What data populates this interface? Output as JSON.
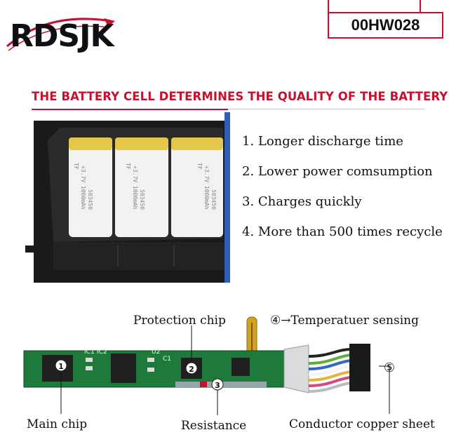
{
  "brand": {
    "logo_text": "RDSJK"
  },
  "part_number": "00HW028",
  "headline": "THE BATTERY CELL DETERMINES THE QUALITY OF THE BATTERY",
  "features": [
    "1. Longer discharge time",
    "2. Lower power comsumption",
    "3. Charges quickly",
    "4. More than 500 times recycle"
  ],
  "cell_print": {
    "brand": "TF",
    "model": "503450",
    "spec": "+3.7V 1000mAh"
  },
  "board_labels": {
    "protection_chip": "Protection chip",
    "temperature": "④→Temperatuer sensing",
    "main_chip": "Main chip",
    "resistance": "Resistance",
    "copper_sheet": "Conductor copper sheet",
    "marker_1": "1",
    "marker_2": "2",
    "marker_3": "3",
    "marker_5": "⑤",
    "silk_ic1": "IC1",
    "silk_ic2": "IC2",
    "silk_c1": "C1",
    "silk_u2": "U2"
  },
  "colors": {
    "accent": "#c8102e",
    "pcb": "#1d7a3a",
    "cell": "#f2f2f0",
    "cell_cap": "#e5c84a",
    "frame": "#1a1a1a"
  }
}
